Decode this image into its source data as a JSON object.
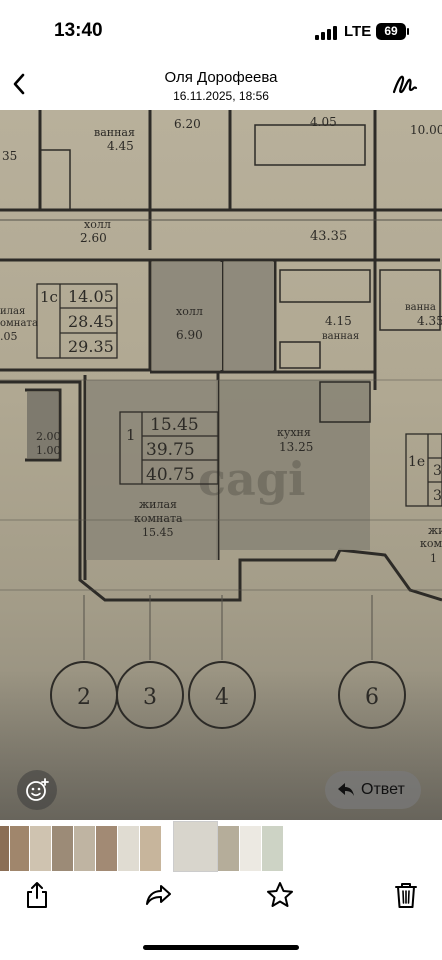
{
  "status_bar": {
    "time": "13:40",
    "network": "LTE",
    "battery": "69"
  },
  "header": {
    "sender_name": "Оля Дорофеева",
    "timestamp": "16.11.2025, 18:56",
    "back_icon": "chevron-left-icon",
    "markup_icon": "markup-scribble-icon"
  },
  "photo": {
    "description_icon": "floorplan-photo",
    "plan_labels": {
      "bath_top_left": "ванная",
      "bath_top_left_area": "4.45",
      "top_left_area": "35",
      "top_area_1": "6.20",
      "top_area_2": "4.05",
      "top_area_3": "10.00",
      "hall_left": "холл",
      "hall_left_area": "2.60",
      "corridor_area": "43.35",
      "apt_1c_num": "1c",
      "apt_1c_a": "14.05",
      "apt_1c_b": "28.45",
      "apt_1c_c": "29.35",
      "living_left": "илая",
      "living_left_2": "омната",
      "living_left_area": ".05",
      "hall_center": "холл",
      "hall_center_area": "6.90",
      "bath_center_area": "4.15",
      "bath_center": "ванная",
      "bath_right": "ванна",
      "bath_right_area": "4.35",
      "balcony_a": "2.00",
      "balcony_b": "1.00",
      "apt_1_num": "1",
      "apt_1_a": "15.45",
      "apt_1_b": "39.75",
      "apt_1_c": "40.75",
      "kitchen": "кухня",
      "kitchen_area": "13.25",
      "apt_1e_num": "1е",
      "apt_1e_b": "3",
      "apt_1e_c": "3",
      "living_main": "жилая",
      "living_main_2": "комната",
      "living_main_area": "15.45",
      "living_right": "жи",
      "living_right_2": "комна",
      "living_right_area": "1",
      "axis_2": "2",
      "axis_3": "3",
      "axis_4": "4",
      "axis_6": "6",
      "watermark": "cagi"
    }
  },
  "overlay": {
    "emoji_icon": "add-reaction-icon",
    "reply_label": "Ответ",
    "reply_icon": "reply-arrow-icon"
  },
  "thumbnails": [
    {
      "color": "#8b6e55"
    },
    {
      "color": "#a0866c"
    },
    {
      "color": "#cfc3b0"
    },
    {
      "color": "#9c8b77"
    },
    {
      "color": "#bfb4a2"
    },
    {
      "color": "#a28a74"
    },
    {
      "color": "#e0dcd2"
    },
    {
      "color": "#c7b59c"
    },
    {
      "color": "#ffffff"
    },
    {
      "color": "#d8d5cc"
    },
    {
      "color": "#b5ad9a"
    },
    {
      "color": "#ece9e2"
    },
    {
      "color": "#cdd3c5"
    },
    {
      "color": "#ffffff"
    }
  ],
  "toolbar": {
    "share_icon": "share-icon",
    "forward_icon": "forward-icon",
    "favorite_icon": "star-icon",
    "delete_icon": "trash-icon"
  }
}
